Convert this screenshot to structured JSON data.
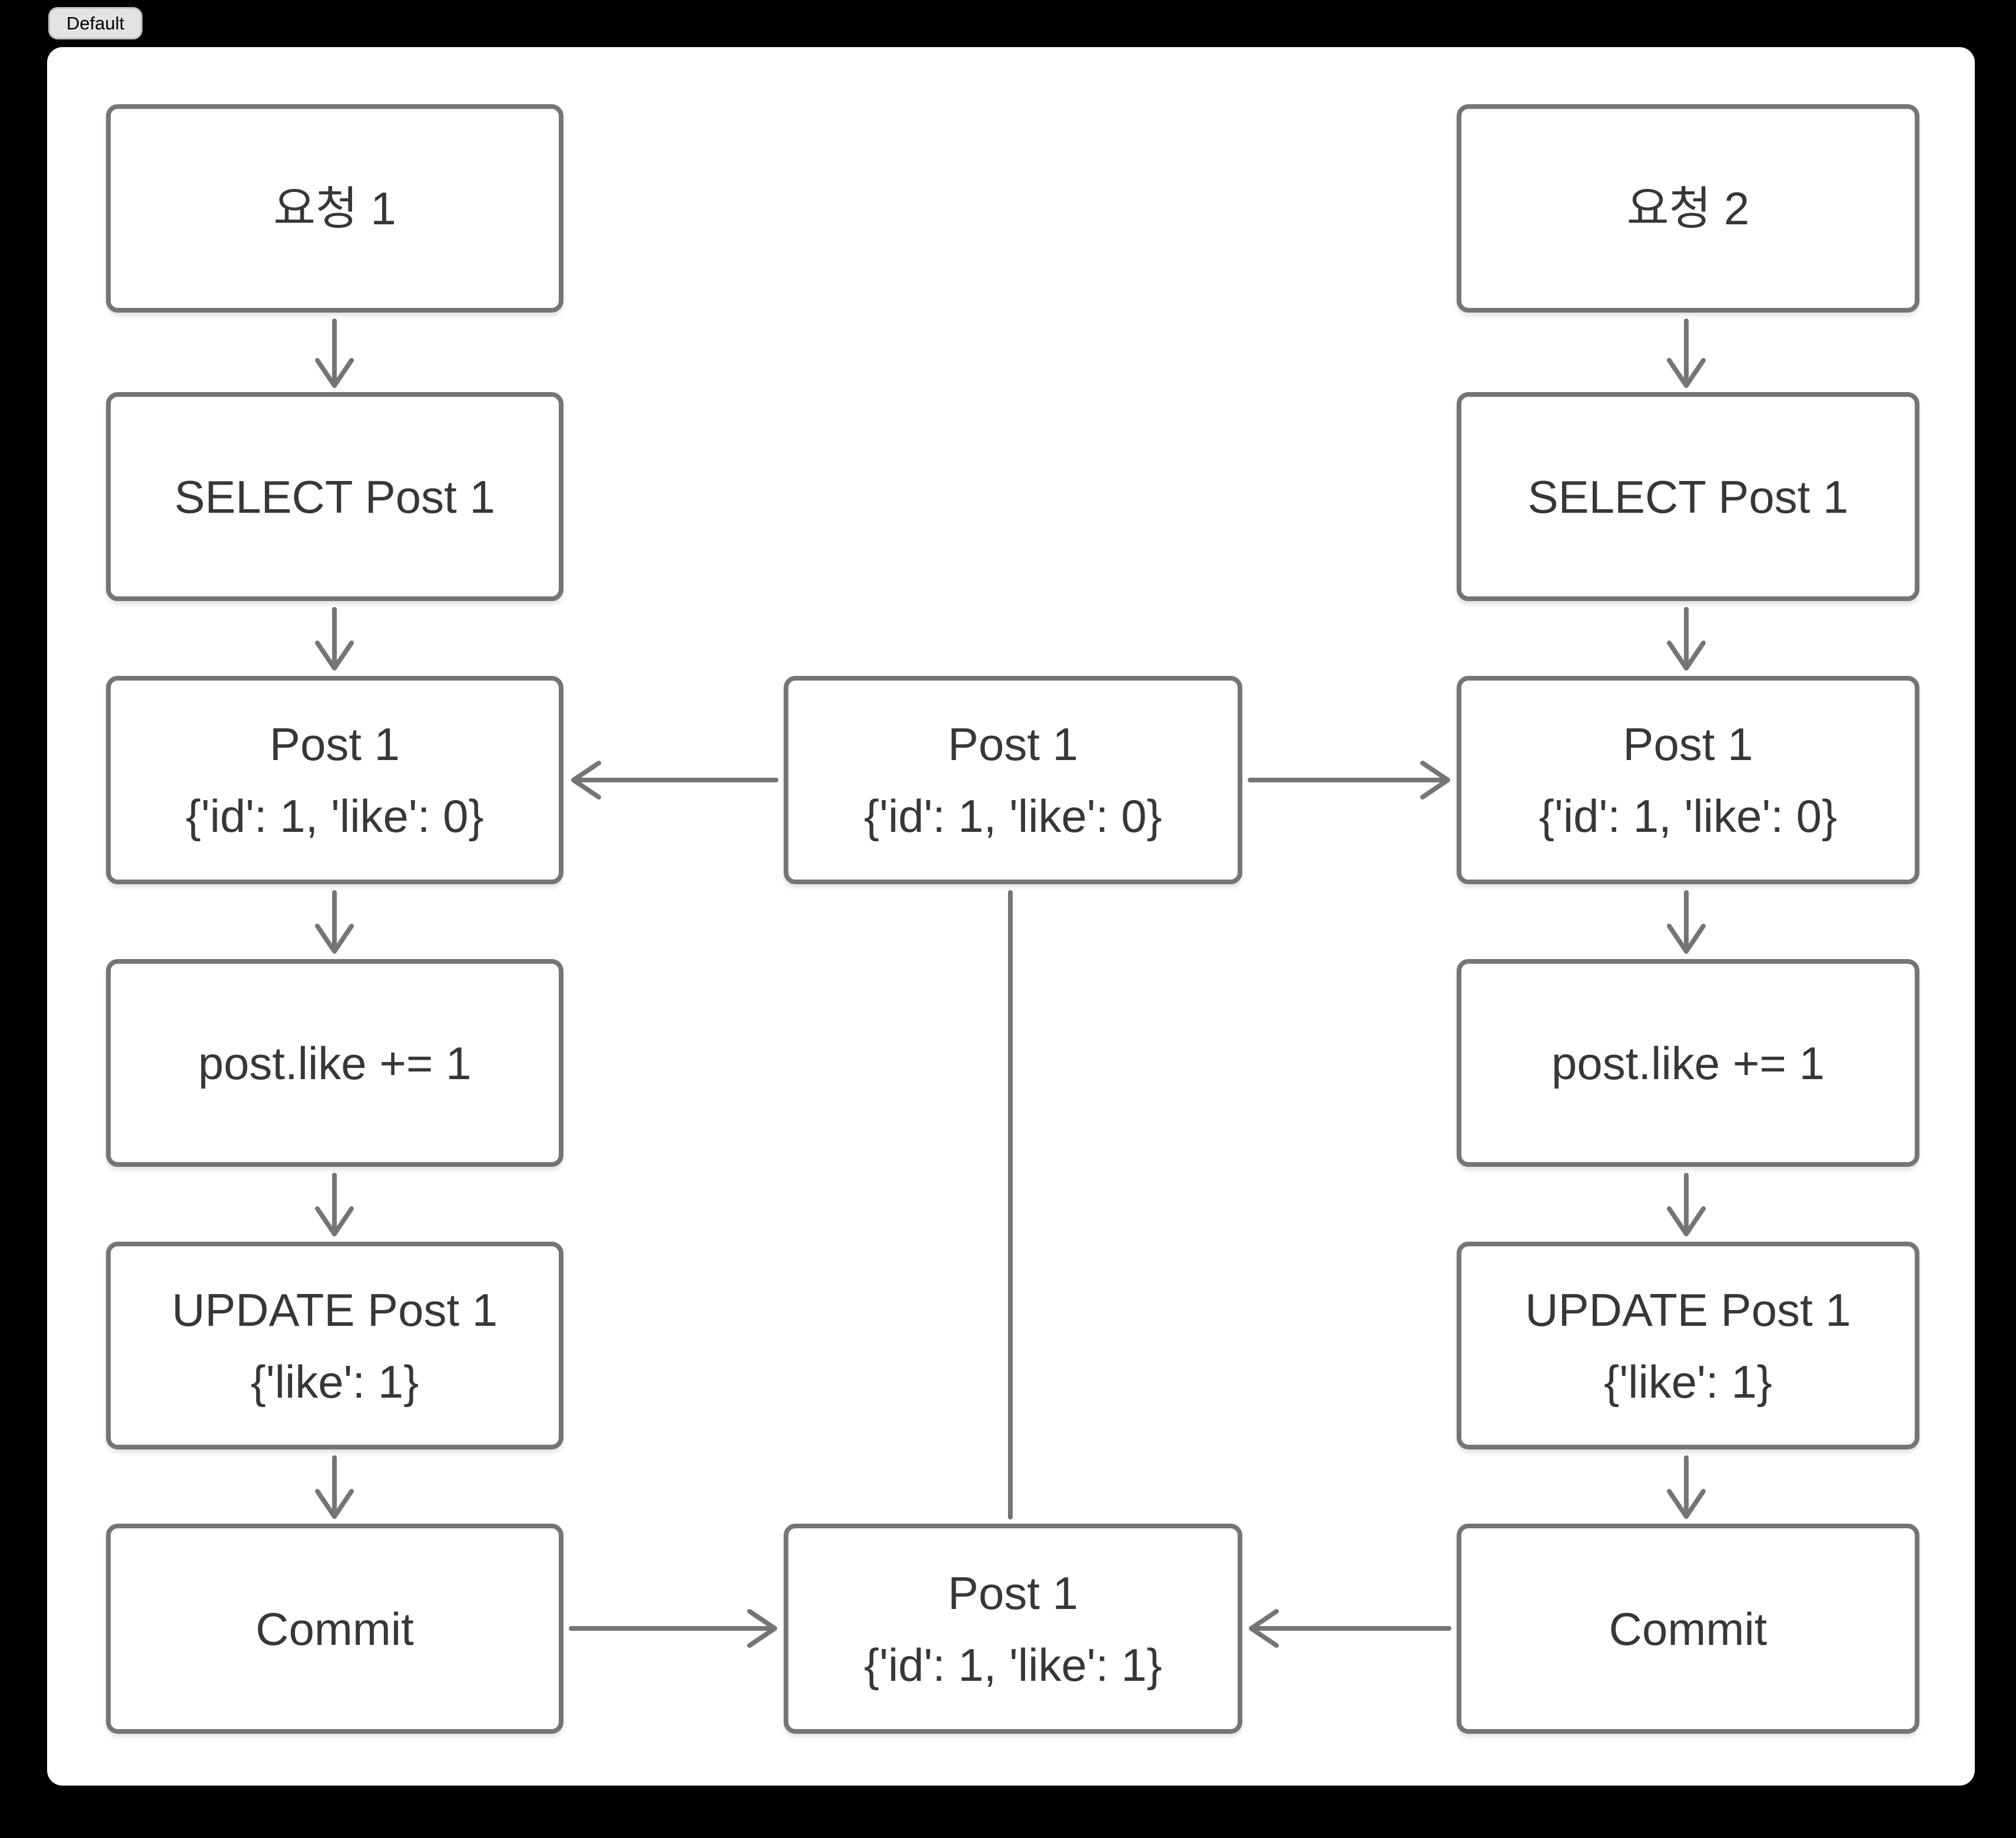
{
  "badge": {
    "label": "Default"
  },
  "colors": {
    "background": "#000000",
    "canvas": "#ffffff",
    "node_border": "#757575",
    "arrow": "#757575",
    "node_text": "#373737",
    "badge_bg": "#e3e3e3",
    "badge_border": "#c2c2c2",
    "badge_text": "#000000"
  },
  "nodes": {
    "left": [
      {
        "lines": [
          "요청 1"
        ]
      },
      {
        "lines": [
          "SELECT Post 1"
        ]
      },
      {
        "lines": [
          "Post 1",
          "{'id': 1, 'like': 0}"
        ]
      },
      {
        "lines": [
          "post.like += 1"
        ]
      },
      {
        "lines": [
          "UPDATE Post 1",
          "{'like': 1}"
        ]
      },
      {
        "lines": [
          "Commit"
        ]
      }
    ],
    "right": [
      {
        "lines": [
          "요청 2"
        ]
      },
      {
        "lines": [
          "SELECT Post 1"
        ]
      },
      {
        "lines": [
          "Post 1",
          "{'id': 1, 'like': 0}"
        ]
      },
      {
        "lines": [
          "post.like += 1"
        ]
      },
      {
        "lines": [
          "UPDATE Post 1",
          "{'like': 1}"
        ]
      },
      {
        "lines": [
          "Commit"
        ]
      }
    ],
    "middle": [
      {
        "lines": [
          "Post 1",
          "{'id': 1, 'like': 0}"
        ]
      },
      {
        "lines": [
          "Post 1",
          "{'id': 1, 'like': 1}"
        ]
      }
    ]
  }
}
